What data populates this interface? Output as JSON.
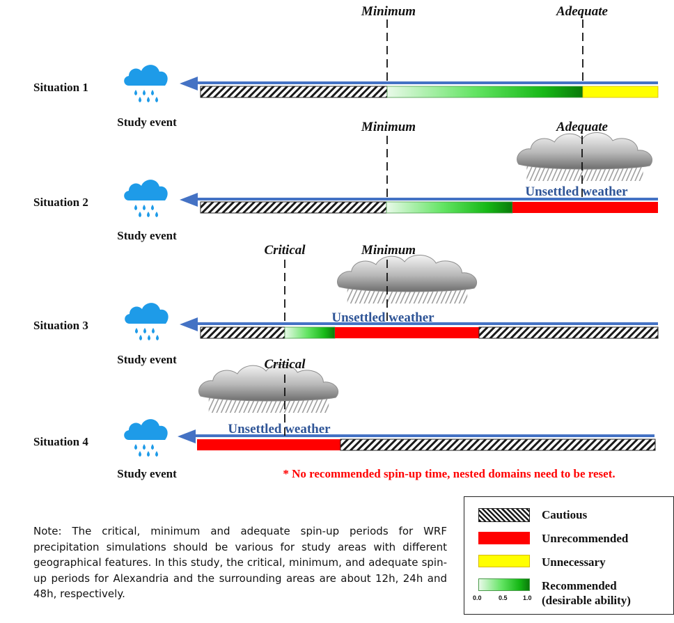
{
  "situations": [
    {
      "label": "Situation 1",
      "caption": "Study event"
    },
    {
      "label": "Situation 2",
      "caption": "Study event"
    },
    {
      "label": "Situation 3",
      "caption": "Study event"
    },
    {
      "label": "Situation 4",
      "caption": "Study event"
    }
  ],
  "markers": {
    "minimum": "Minimum",
    "adequate": "Adequate",
    "critical": "Critical"
  },
  "unsettled_label": "Unsettled weather",
  "warning": "* No recommended spin-up time, nested domains need to be reset.",
  "note": "Note: The critical, minimum and adequate spin-up periods for WRF precipitation simulations should be various for study areas with different geographical features. In this study, the critical, minimum, and adequate spin-up periods for Alexandria and the surrounding areas are about 12h, 24h and 48h, respectively.",
  "legend": {
    "cautious": "Cautious",
    "unrecommended": "Unrecommended",
    "unnecessary": "Unnecessary",
    "recommended_line1": "Recommended",
    "recommended_line2": "(desirable ability)",
    "ticks": [
      "0.0",
      "0.5",
      "1.0"
    ]
  },
  "colors": {
    "arrow": "#4472c4",
    "unrecommended": "#ff0000",
    "unnecessary": "#ffff00",
    "recommended_dark": "#00b300",
    "warning": "#ff0000",
    "unsettled_text": "#2f5597"
  }
}
